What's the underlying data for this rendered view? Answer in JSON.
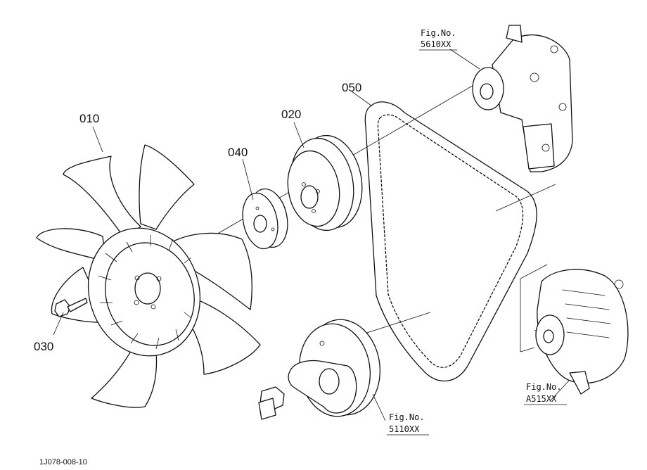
{
  "parts": [
    {
      "id": "010"
    },
    {
      "id": "020"
    },
    {
      "id": "030"
    },
    {
      "id": "040"
    },
    {
      "id": "050"
    }
  ],
  "figures": {
    "water_pump": {
      "label": "Fig.No.",
      "number": "5610XX"
    },
    "crank_pulley": {
      "label": "Fig.No.",
      "number": "5110XX"
    },
    "alternator": {
      "label": "Fig.No.",
      "number": "A515XX"
    }
  },
  "drawing_code": "1J078-008-10",
  "colors": {
    "ink": "#111111",
    "background": "#ffffff"
  }
}
